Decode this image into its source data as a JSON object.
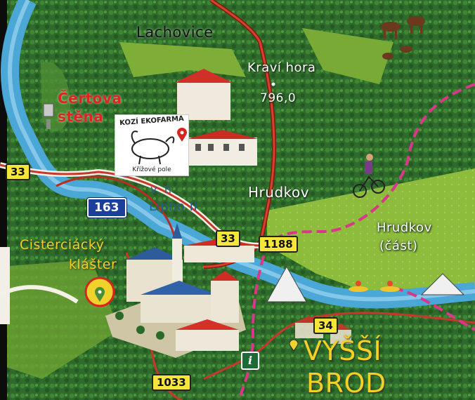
{
  "map": {
    "labels": {
      "lachovice": "Lachovice",
      "kravi_hora": "Kraví hora",
      "kravi_hora_elev": "796,0",
      "certova_stena_1": "Čertova",
      "certova_stena_2": "stěna",
      "hrudkov": "Hrudkov",
      "hrudkov_cast_1": "Hrudkov",
      "hrudkov_cast_2": "(část)",
      "vn_1": "v. n.",
      "vn_2": "Lipno II",
      "klaster_1": "Cisterciácký",
      "klaster_2": "klášter",
      "vyssi": "VYŠŠÍ",
      "brod": "BROD"
    },
    "road_numbers": {
      "r33_left": "33",
      "r163": "163",
      "r33_center": "33",
      "r1188": "1188",
      "r34": "34",
      "r1033": "1033"
    },
    "farm_logo": {
      "title": "KOZÍ EKOFARMA",
      "subtitle": "Křížové pole"
    },
    "info_symbol": "i",
    "icons": [
      "deer-icon",
      "cyclist-icon",
      "canoe-icon",
      "tent-icon",
      "location-pin-icon",
      "info-icon",
      "monastery-icon",
      "farmhouse-icon"
    ],
    "colors": {
      "forest": "#2f6b2c",
      "meadow": "#8fbf3e",
      "river": "#4aa7d6",
      "road": "#c23a2a",
      "trail": "#d8378a",
      "label_yellow": "#f3d023"
    }
  }
}
